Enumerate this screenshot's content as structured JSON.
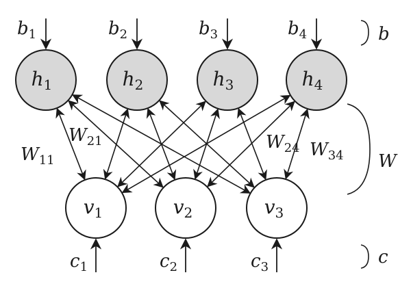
{
  "hidden_nodes": [
    {
      "id": "h1",
      "base": "h",
      "sub": "1",
      "bias": {
        "base": "b",
        "sub": "1"
      }
    },
    {
      "id": "h2",
      "base": "h",
      "sub": "2",
      "bias": {
        "base": "b",
        "sub": "2"
      }
    },
    {
      "id": "h3",
      "base": "h",
      "sub": "3",
      "bias": {
        "base": "b",
        "sub": "3"
      }
    },
    {
      "id": "h4",
      "base": "h",
      "sub": "4",
      "bias": {
        "base": "b",
        "sub": "4"
      }
    }
  ],
  "visible_nodes": [
    {
      "id": "v1",
      "base": "v",
      "sub": "1",
      "bias": {
        "base": "c",
        "sub": "1"
      }
    },
    {
      "id": "v2",
      "base": "v",
      "sub": "2",
      "bias": {
        "base": "c",
        "sub": "2"
      }
    },
    {
      "id": "v3",
      "base": "v",
      "sub": "3",
      "bias": {
        "base": "c",
        "sub": "3"
      }
    }
  ],
  "weight_labels": [
    {
      "id": "w11",
      "base": "W",
      "sub": "11"
    },
    {
      "id": "w21",
      "base": "W",
      "sub": "21"
    },
    {
      "id": "w24",
      "base": "W",
      "sub": "24"
    },
    {
      "id": "w34",
      "base": "W",
      "sub": "34"
    }
  ],
  "group_labels": {
    "hidden_bias": "b",
    "weights": "W",
    "visible_bias": "c"
  },
  "colors": {
    "hidden_fill": "#d8d8d8",
    "visible_fill": "#ffffff",
    "stroke": "#1a1a1a"
  }
}
